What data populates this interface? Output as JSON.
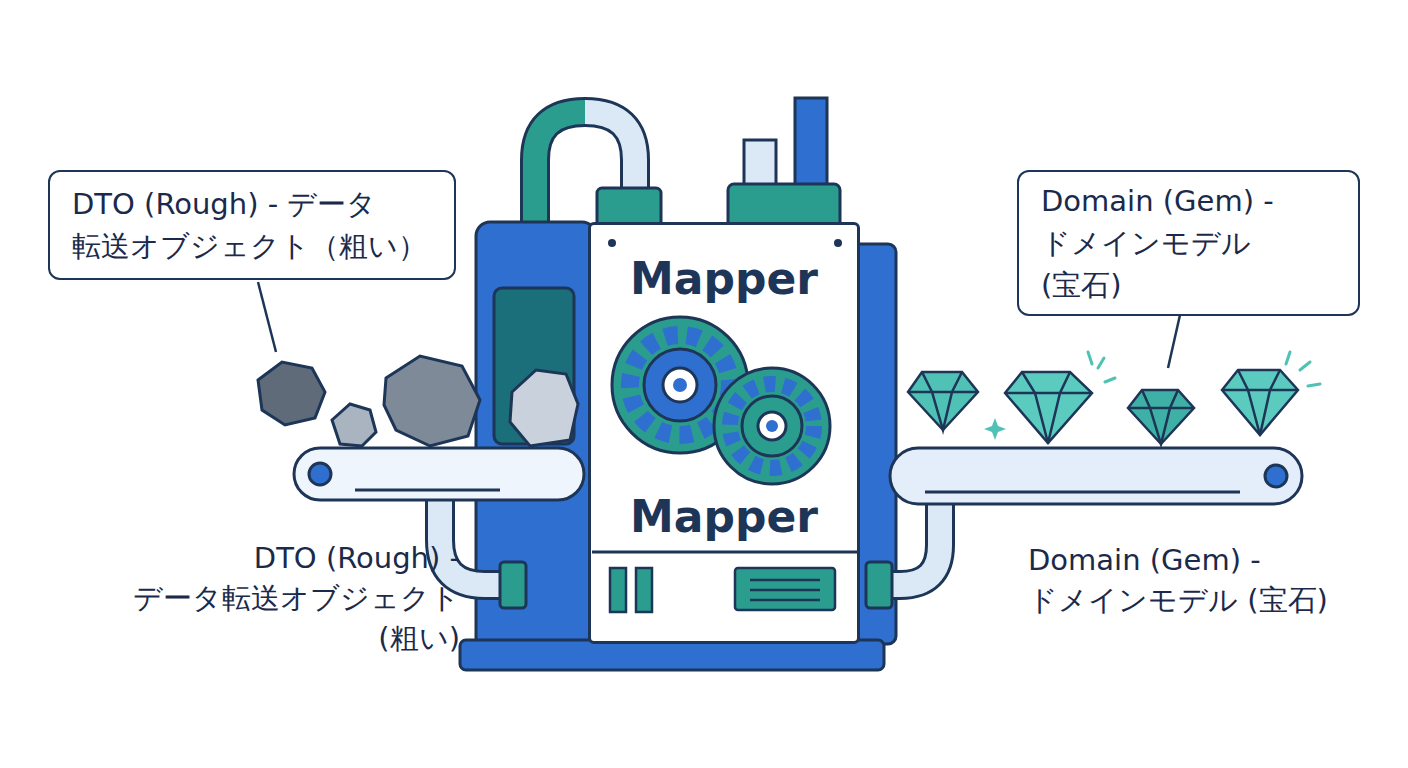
{
  "diagram": {
    "nodes": [
      {
        "text": [
          "DTO (Rough) - データ 転送オブジェクト（粗い）"
        ]
      },
      {
        "text": [
          "Mapper",
          "Mapper"
        ]
      },
      {
        "text": [
          "Domain (Gem) - ドメインモデル (宝石)"
        ]
      }
    ],
    "labels": [
      "DTO (Rough) - データ転送オブジェクト(粗い)",
      "Domain (Gem) - ドメインモデル (宝石)"
    ]
  }
}
